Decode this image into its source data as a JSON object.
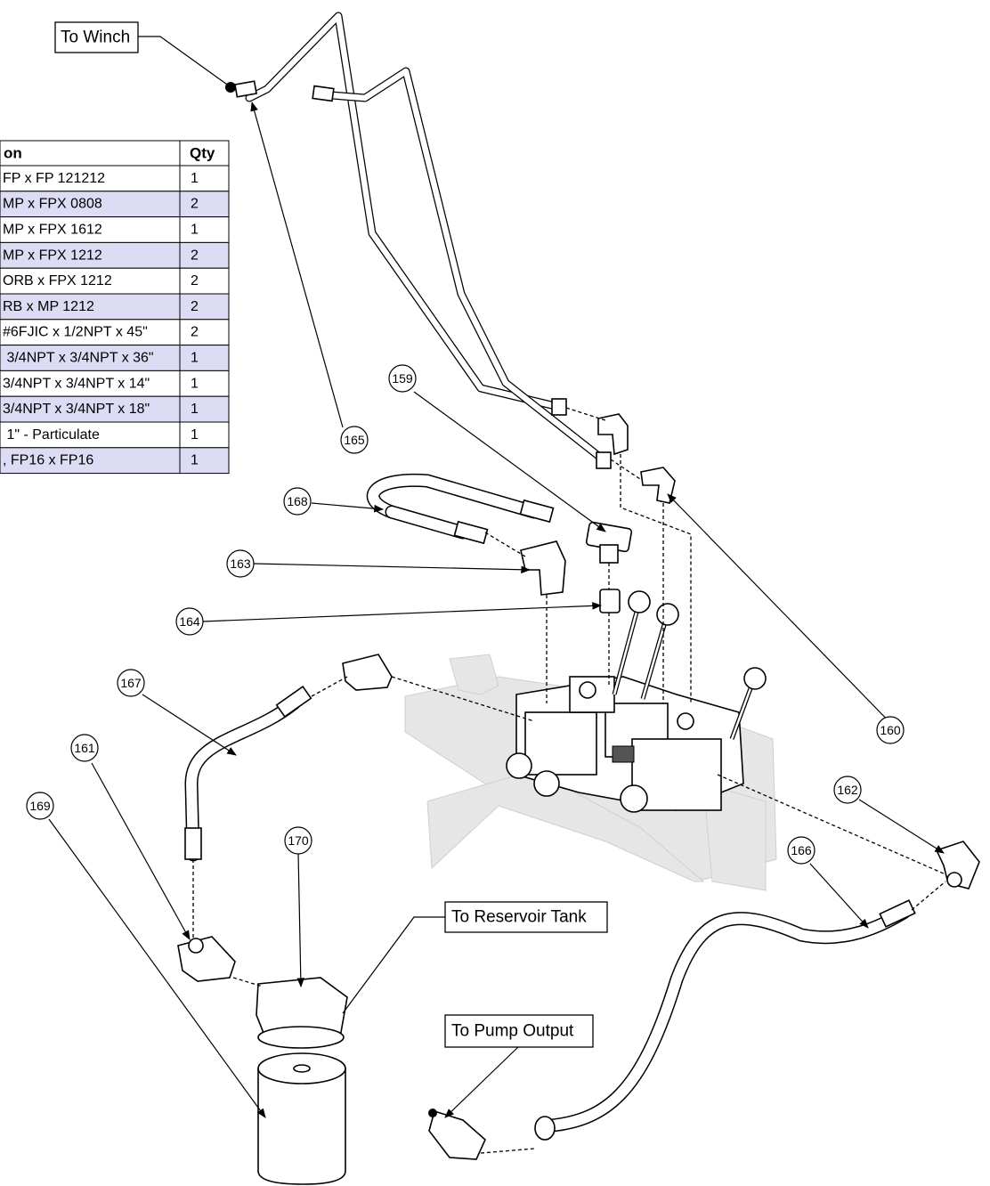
{
  "labels": {
    "to_winch": "To Winch",
    "to_reservoir": "To Reservoir Tank",
    "to_pump": "To  Pump Output"
  },
  "callouts": {
    "c159": "159",
    "c160": "160",
    "c161": "161",
    "c162": "162",
    "c163": "163",
    "c164": "164",
    "c165": "165",
    "c166": "166",
    "c167": "167",
    "c168": "168",
    "c169": "169",
    "c170": "170"
  },
  "parts_table": {
    "headers": {
      "description": "on",
      "qty": "Qty"
    },
    "rows": [
      {
        "description": "FP x FP 121212",
        "qty": "1"
      },
      {
        "description": "MP x FPX 0808",
        "qty": "2"
      },
      {
        "description": "MP x FPX 1612",
        "qty": "1"
      },
      {
        "description": "MP x FPX 1212",
        "qty": "2"
      },
      {
        "description": "ORB x FPX 1212",
        "qty": "2"
      },
      {
        "description": "RB x MP 1212",
        "qty": "2"
      },
      {
        "description": "#6FJIC x 1/2NPT x 45\"",
        "qty": "2"
      },
      {
        "description": " 3/4NPT x 3/4NPT x 36\"",
        "qty": "1"
      },
      {
        "description": "3/4NPT x 3/4NPT x 14\"",
        "qty": "1"
      },
      {
        "description": "3/4NPT x 3/4NPT x 18\"",
        "qty": "1"
      },
      {
        "description": " 1\" - Particulate",
        "qty": "1"
      },
      {
        "description": ", FP16 x FP16",
        "qty": "1"
      }
    ],
    "row_fill_odd": "#ffffff",
    "row_fill_even": "#dcdcf5"
  },
  "colors": {
    "line": "#000000",
    "ghost": "#e6e6e6"
  }
}
